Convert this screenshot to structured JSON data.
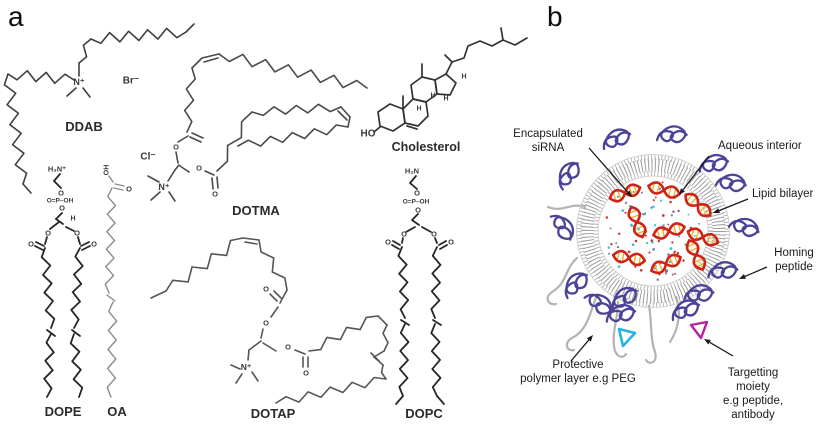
{
  "figure": {
    "panel_a": {
      "letter": "a",
      "atoms": {
        "o": "O",
        "h": "H",
        "n_plus": "N⁺",
        "h3n_plus": "H₃N⁺",
        "h2n": "H₂N",
        "ho": "HO",
        "oh": "OH",
        "phosphate": "O=P–OH",
        "br": "Br⁻",
        "cl": "Cl⁻"
      },
      "compounds": {
        "ddab": {
          "name": "DDAB"
        },
        "dotma": {
          "name": "DOTMA"
        },
        "cholesterol": {
          "name": "Cholesterol"
        },
        "dope": {
          "name": "DOPE"
        },
        "oa": {
          "name": "OA"
        },
        "dotap": {
          "name": "DOTAP"
        },
        "dopc": {
          "name": "DOPC"
        }
      }
    },
    "panel_b": {
      "letter": "b",
      "labels": {
        "encapsulated_sirna": "Encapsulated\nsiRNA",
        "aqueous_interior": "Aqueous interior",
        "lipid_bilayer": "Lipid bilayer",
        "homing_peptide": "Homing\npeptide",
        "protective_polymer": "Protective\npolymer layer e.g PEG",
        "targeting_moiety": "Targetting moiety\ne.g peptide, antibody"
      },
      "colors": {
        "membrane": "#9c9c9c",
        "membrane_bead": "#a8a8a8",
        "sirna_strand": "#cf2318",
        "sirna_rung": "#f0b42a",
        "peptide": "#4b4397",
        "peg": "#b3b3b3",
        "moiety_cyan": "#25b2e8",
        "moiety_magenta": "#b5229e",
        "dot_red": "#cc3333",
        "dot_cyan": "#3bbfd4",
        "dot_slate": "#8585ad",
        "arrow": "#1a1a1a"
      }
    }
  }
}
